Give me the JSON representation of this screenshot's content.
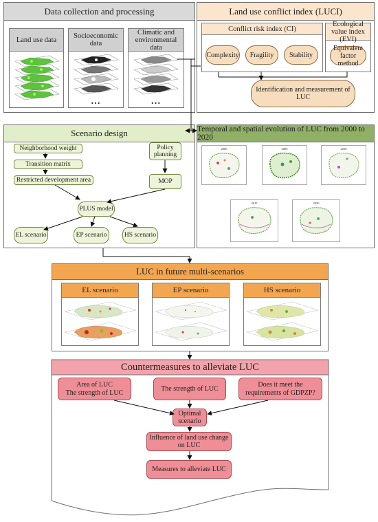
{
  "data_collection": {
    "title": "Data collection and processing",
    "panels": [
      {
        "label": "Land use data",
        "extra": ""
      },
      {
        "label": "Socioeconomic data",
        "extra": "…"
      },
      {
        "label": "Climatic and environmental data",
        "extra": "…"
      }
    ]
  },
  "luci": {
    "title": "Land use conflict index (LUCI)",
    "ci_title": "Conflict risk index (CI)",
    "ci_items": [
      "Complexity",
      "Fragility",
      "Stability"
    ],
    "evi_title": "Ecological value index (EVI)",
    "evi_item": "Equivalent factor method",
    "identification": "Identification and measurement of LUC"
  },
  "scenario_design": {
    "title": "Scenario design",
    "neighborhood": "Neighborhood weight",
    "transition": "Transition matrix",
    "restricted": "Restricted development area",
    "policy": "Policy planning",
    "mop": "MOP",
    "plus": "PLUS model",
    "scenarios": [
      "EL scenario",
      "EP scenario",
      "HS scenario"
    ]
  },
  "evolution": {
    "title": "Temporal and spatial evolution of LUC from 2000 to 2020",
    "years": [
      "2000",
      "2005",
      "2010",
      "2015",
      "2020"
    ]
  },
  "future": {
    "title": "LUC in future multi-scenarios",
    "scenarios": [
      "EL scenario",
      "EP scenario",
      "HS scenario"
    ]
  },
  "countermeasures": {
    "title": "Countermeasures to alleviate LUC",
    "area": "Area of LUC\nThe strength of LUC",
    "strength": "The strength of LUC",
    "gdpzp": "Does it meet the requirements of GDPZP?",
    "optimal": "Optimal scenario",
    "influence": "Influence of land use change on LUC",
    "measures": "Measures to alleviate LUC"
  },
  "colors": {
    "gray_header": "#d9d9d9",
    "beige_header": "#fbe5cc",
    "green_header": "#8fb065",
    "light_green_header": "#e2edc9",
    "orange_header": "#f3a650",
    "pink_header": "#f2a3ab",
    "node_beige": "#f6ddbe",
    "node_green": "#eef4d9",
    "node_red": "#ef8e96"
  }
}
